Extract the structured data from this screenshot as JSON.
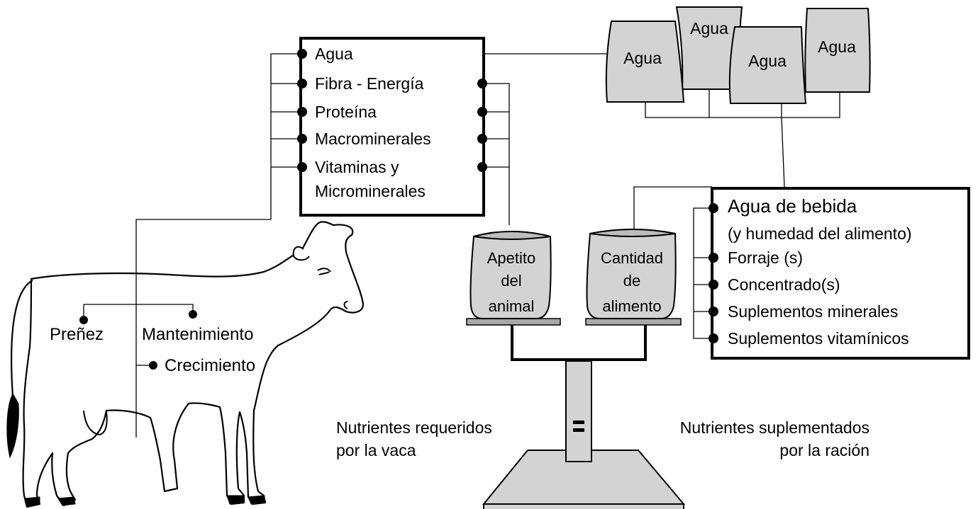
{
  "colors": {
    "ink": "#000000",
    "fill_light": "#d3d3d3",
    "fill_mid": "#bdbdbd",
    "fill_dark": "#a8a8a8",
    "paper": "#ffffff"
  },
  "nutrients_box": {
    "items": [
      "Agua",
      "Fibra - Energía",
      "Proteína",
      "Macrominerales",
      "Vitaminas y",
      "Microminerales"
    ]
  },
  "water_tanks": [
    "Agua",
    "Agua",
    "Agua",
    "Agua"
  ],
  "ration_box": {
    "items": [
      "Agua de bebida",
      "(y humedad del alimento)",
      "Forraje (s)",
      "Concentrado(s)",
      "Suplementos minerales",
      "Suplementos vitamínicos"
    ]
  },
  "scale": {
    "left_pan": [
      "Apetito",
      "del",
      "animal"
    ],
    "right_pan": [
      "Cantidad",
      "de",
      "alimento"
    ]
  },
  "cow": {
    "requirements": [
      "Preñez",
      "Mantenimiento",
      "Crecimiento"
    ]
  },
  "captions": {
    "left": [
      "Nutrientes requeridos",
      "por la vaca"
    ],
    "right": [
      "Nutrientes suplementados",
      "por la ración"
    ]
  }
}
